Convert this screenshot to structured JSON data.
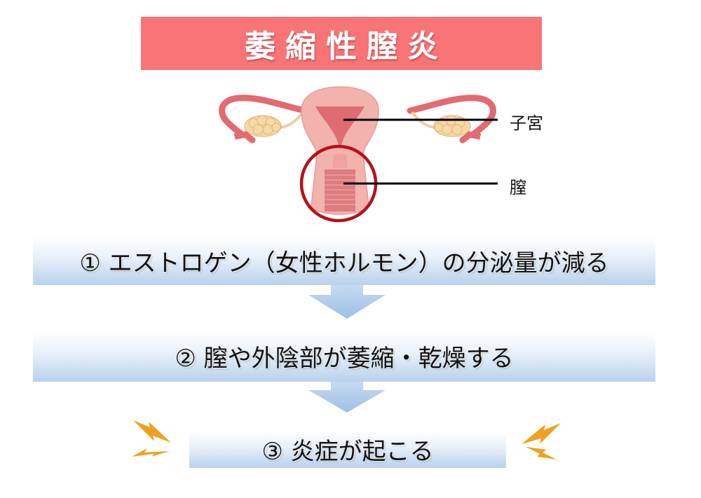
{
  "title": "萎縮性膣炎",
  "anatomy": {
    "labels": [
      {
        "text": "子宮",
        "target": "uterus"
      },
      {
        "text": "膣",
        "target": "vagina"
      }
    ],
    "highlight_circle_color": "#b5121b"
  },
  "steps": [
    {
      "number": "①",
      "text": "エストロゲン（女性ホルモン）の分泌量が減る"
    },
    {
      "number": "②",
      "text": "膣や外陰部が萎縮・乾燥する"
    },
    {
      "number": "③",
      "text": "炎症が起こる"
    }
  ],
  "colors": {
    "title_bg": "#f87477",
    "title_text": "#ffffff",
    "step_gradient_top": "#ffffff",
    "step_gradient_bottom": "#b9d1ec",
    "arrow": "#a9c7ea",
    "bolt": "#f0a020"
  },
  "icons": {
    "flow_arrow": "down-arrow-icon",
    "alert": "lightning-bolt-icon"
  }
}
